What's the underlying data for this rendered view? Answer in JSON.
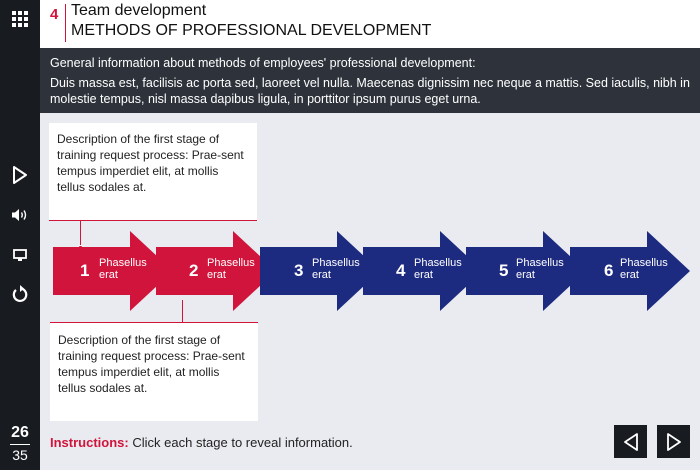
{
  "header": {
    "lesson_number": "4",
    "title": "Team development",
    "subtitle": "METHODS OF PROFESSIONAL DEVELOPMENT"
  },
  "info": {
    "title": "General information about methods of employees' professional development:",
    "body": "Duis massa est, facilisis ac porta sed, laoreet vel nulla. Maecenas dignissim nec neque a mattis. Sed iaculis, nibh in molestie tempus, nisl massa dapibus ligula, in porttitor ipsum purus eget urna."
  },
  "descriptions": {
    "top": "Description of the first stage of training request process: Prae-sent tempus imperdiet elit, at mollis tellus sodales at.",
    "bottom": "Description of the first stage of training request process: Prae-sent tempus imperdiet elit, at mollis tellus sodales at."
  },
  "stages": [
    {
      "number": "1",
      "line1": "Phasellus",
      "line2": "erat",
      "color": "#d0143c"
    },
    {
      "number": "2",
      "line1": "Phasellus",
      "line2": "erat",
      "color": "#d0143c"
    },
    {
      "number": "3",
      "line1": "Phasellus",
      "line2": "erat",
      "color": "#1c2a7f"
    },
    {
      "number": "4",
      "line1": "Phasellus",
      "line2": "erat",
      "color": "#1c2a7f"
    },
    {
      "number": "5",
      "line1": "Phasellus",
      "line2": "erat",
      "color": "#1c2a7f"
    },
    {
      "number": "6",
      "line1": "Phasellus",
      "line2": "erat",
      "color": "#1c2a7f"
    }
  ],
  "footer": {
    "instructions_label": "Instructions:",
    "instructions_text": "Click each stage to reveal information."
  },
  "page": {
    "current": "26",
    "total": "35"
  },
  "sidebar_icons": [
    "menu-grid-icon",
    "play-icon",
    "volume-icon",
    "subtitles-icon",
    "replay-icon"
  ],
  "colors": {
    "accent": "#d0143c",
    "stage_inactive": "#1c2a7f",
    "sidebar": "#181b20",
    "info_bg": "#2e333b"
  }
}
